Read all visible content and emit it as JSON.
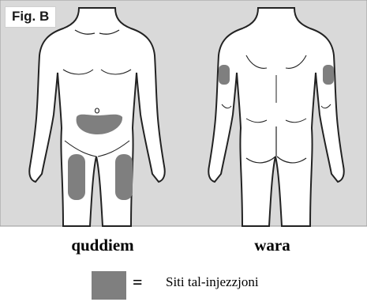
{
  "figure": {
    "label": "Fig. B",
    "panel_color": "#d9d9d9",
    "body_fill": "#ffffff",
    "outline_color": "#222222",
    "site_color": "#7f7f7f"
  },
  "views": {
    "front": "quddiem",
    "back": "wara"
  },
  "legend": {
    "equals": "=",
    "text": "Siti tal-injezzjoni"
  }
}
